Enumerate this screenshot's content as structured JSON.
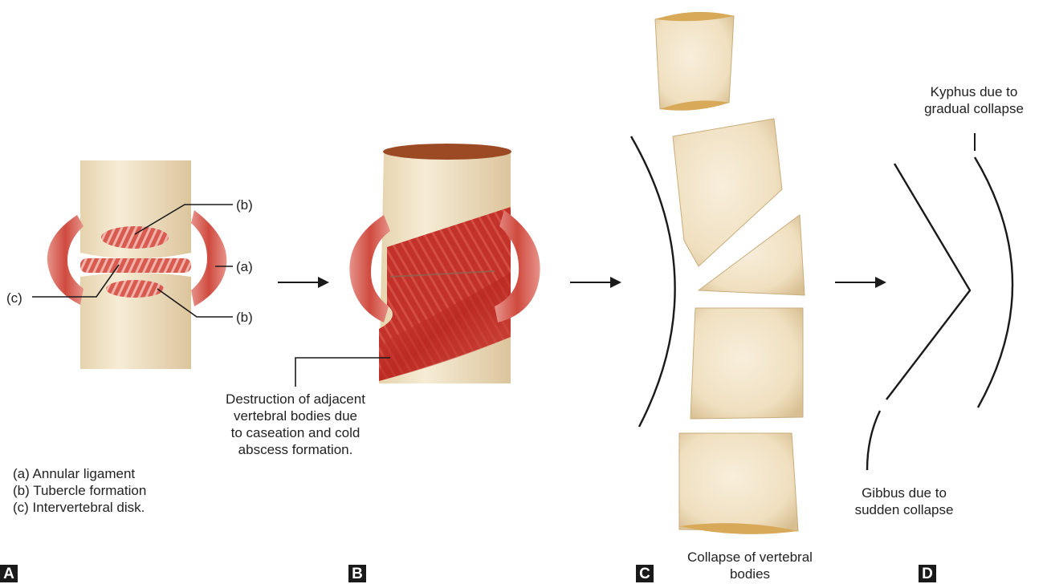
{
  "panels": {
    "a": {
      "letter": "A",
      "labels": {
        "b_top": "(b)",
        "a": "(a)",
        "c": "(c)",
        "b_bottom": "(b)"
      },
      "legend": [
        "(a) Annular ligament",
        "(b) Tubercle formation",
        "(c) Intervertebral disk."
      ]
    },
    "b": {
      "letter": "B",
      "caption": [
        "Destruction of adjacent",
        "vertebral bodies due",
        "to caseation and cold",
        "abscess formation."
      ]
    },
    "c": {
      "letter": "C",
      "caption": [
        "Collapse of vertebral",
        "bodies"
      ]
    },
    "d": {
      "letter": "D",
      "kyphus": [
        "Kyphus due to",
        "gradual collapse"
      ],
      "gibbus": [
        "Gibbus due to",
        "sudden collapse"
      ]
    }
  },
  "colors": {
    "bone": "#f3e6cc",
    "bone_shade": "#dcc59c",
    "bone_top": "#d9a95a",
    "tissue": "#c9332a",
    "tissue_light": "#eaa39a",
    "outline": "#1a1a1a"
  }
}
